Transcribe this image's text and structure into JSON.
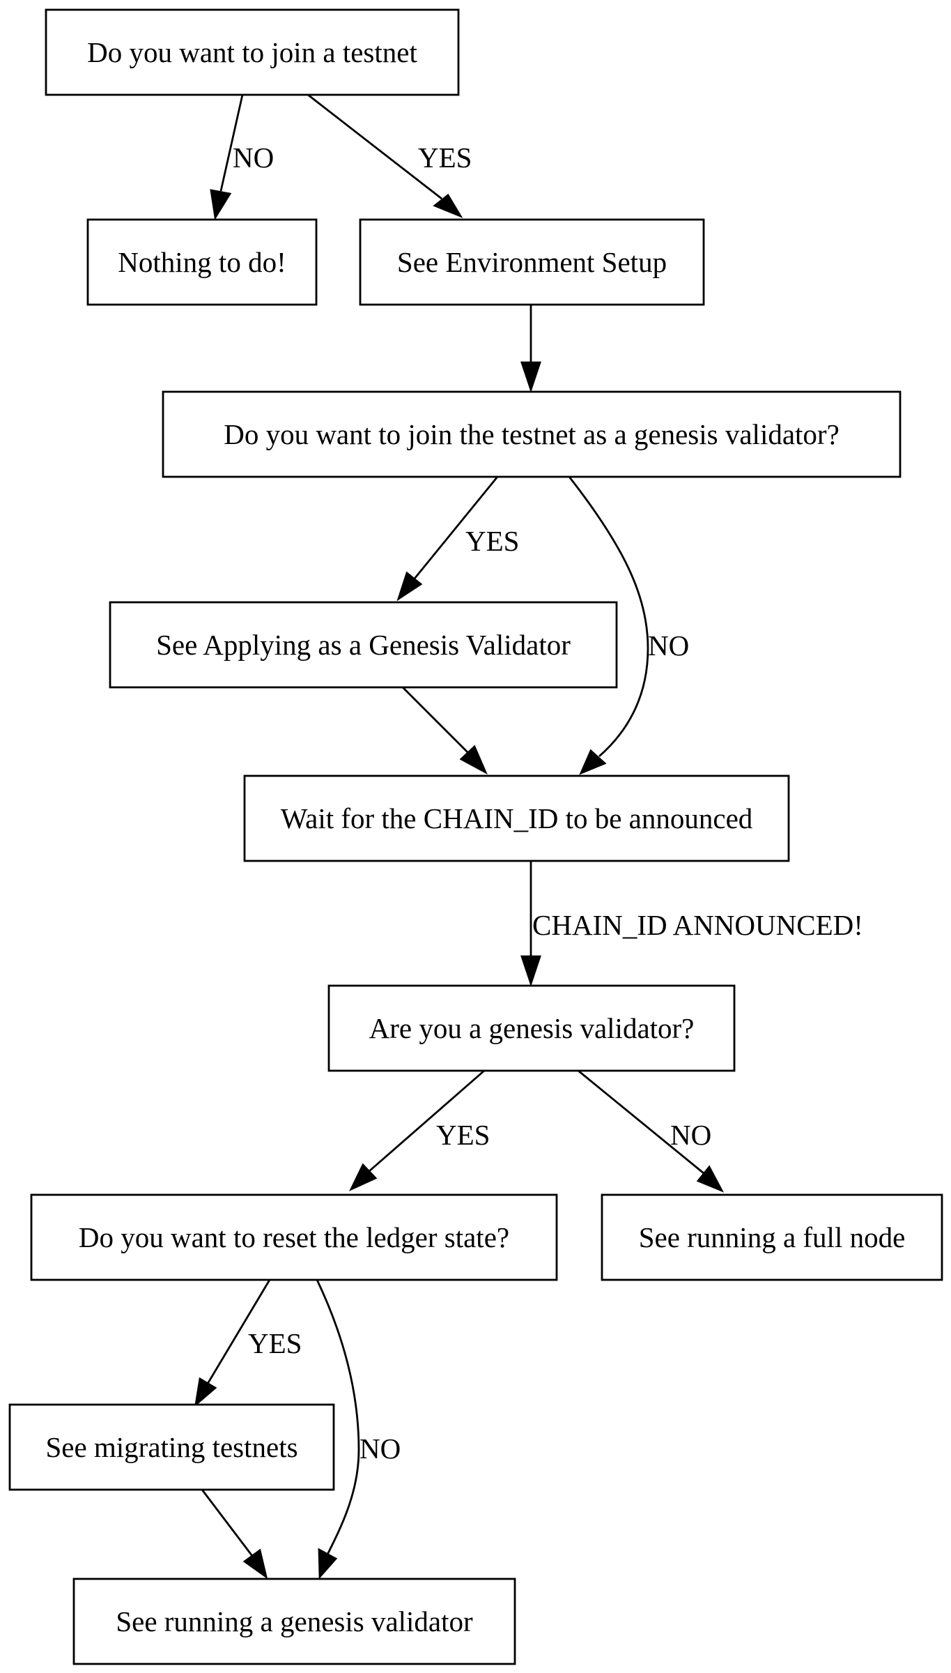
{
  "diagram": {
    "type": "flowchart",
    "nodes": [
      {
        "id": "join_testnet",
        "label": "Do you want to join a testnet"
      },
      {
        "id": "nothing",
        "label": "Nothing to do!"
      },
      {
        "id": "env_setup",
        "label": "See Environment Setup"
      },
      {
        "id": "genesis_q",
        "label": "Do you want to join the testnet as a genesis validator?"
      },
      {
        "id": "applying",
        "label": "See Applying as a Genesis Validator"
      },
      {
        "id": "wait_chain",
        "label": "Wait for the CHAIN_ID to be announced"
      },
      {
        "id": "are_genesis",
        "label": "Are you a genesis validator?"
      },
      {
        "id": "reset_ledger",
        "label": "Do you want to reset the ledger state?"
      },
      {
        "id": "full_node",
        "label": "See running a full node"
      },
      {
        "id": "migrating",
        "label": "See migrating testnets"
      },
      {
        "id": "running_genesis",
        "label": "See running a genesis validator"
      }
    ],
    "edges": [
      {
        "from": "join_testnet",
        "to": "nothing",
        "label": "NO"
      },
      {
        "from": "join_testnet",
        "to": "env_setup",
        "label": "YES"
      },
      {
        "from": "env_setup",
        "to": "genesis_q",
        "label": ""
      },
      {
        "from": "genesis_q",
        "to": "applying",
        "label": "YES"
      },
      {
        "from": "genesis_q",
        "to": "wait_chain",
        "label": "NO"
      },
      {
        "from": "applying",
        "to": "wait_chain",
        "label": ""
      },
      {
        "from": "wait_chain",
        "to": "are_genesis",
        "label": "CHAIN_ID ANNOUNCED!"
      },
      {
        "from": "are_genesis",
        "to": "reset_ledger",
        "label": "YES"
      },
      {
        "from": "are_genesis",
        "to": "full_node",
        "label": "NO"
      },
      {
        "from": "reset_ledger",
        "to": "migrating",
        "label": "YES"
      },
      {
        "from": "reset_ledger",
        "to": "running_genesis",
        "label": "NO"
      },
      {
        "from": "migrating",
        "to": "running_genesis",
        "label": ""
      }
    ]
  }
}
